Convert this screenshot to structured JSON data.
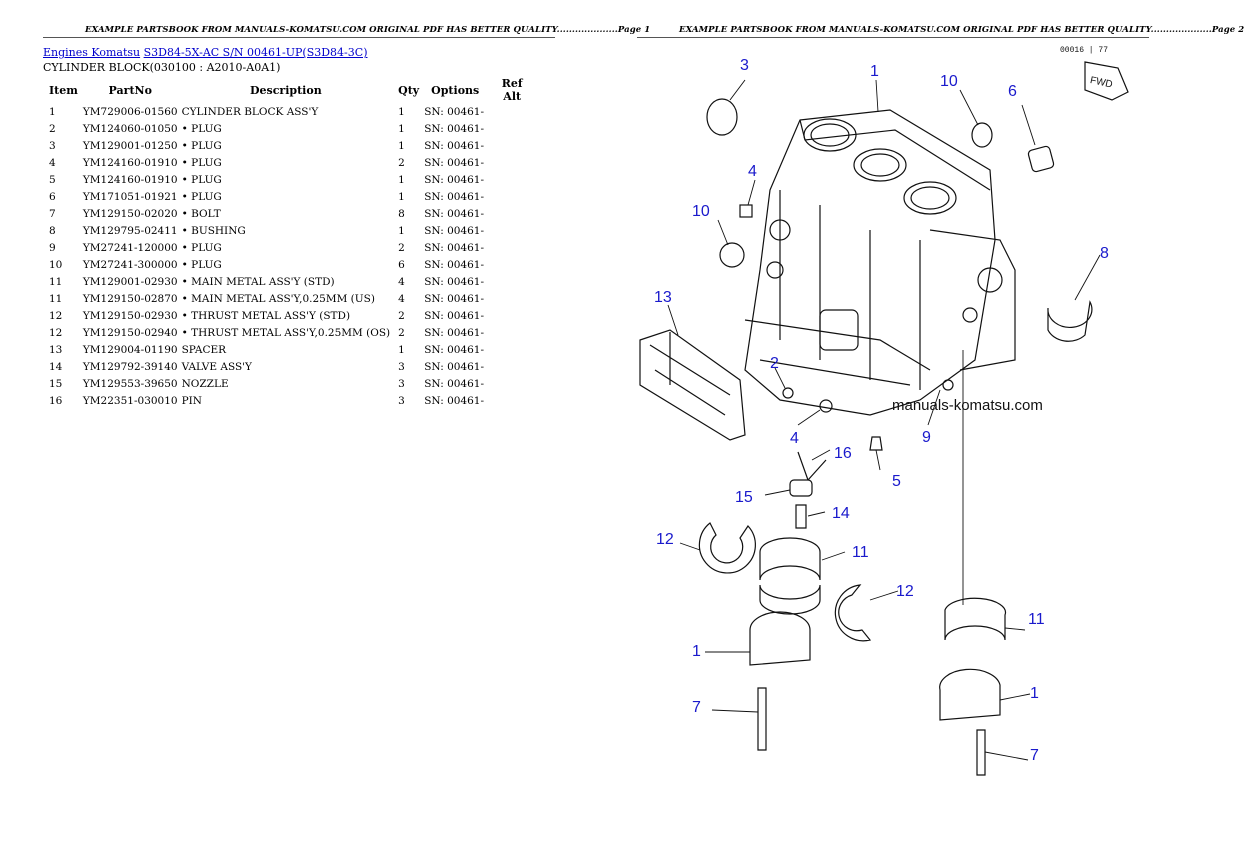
{
  "header": {
    "left": "EXAMPLE PARTSBOOK FROM MANUALS-KOMATSU.COM ORIGINAL PDF HAS BETTER QUALITY....................Page 1",
    "right": "EXAMPLE PARTSBOOK FROM MANUALS-KOMATSU.COM ORIGINAL PDF HAS BETTER QUALITY....................Page 2"
  },
  "breadcrumb": {
    "link1": "Engines Komatsu",
    "link2": "S3D84-5X-AC S/N 00461-UP(S3D84-3C)"
  },
  "subtitle": "CYLINDER BLOCK(030100 : A2010-A0A1)",
  "table": {
    "headers": {
      "item": "Item",
      "partno": "PartNo",
      "desc": "Description",
      "qty": "Qty",
      "options": "Options",
      "ref": "Ref Alt"
    },
    "rows": [
      {
        "item": "1",
        "pn": "YM729006-01560",
        "desc": "CYLINDER BLOCK ASS'Y",
        "qty": "1",
        "opt": "SN: 00461-"
      },
      {
        "item": "2",
        "pn": "YM124060-01050",
        "desc": "• PLUG",
        "qty": "1",
        "opt": "SN: 00461-"
      },
      {
        "item": "3",
        "pn": "YM129001-01250",
        "desc": "• PLUG",
        "qty": "1",
        "opt": "SN: 00461-"
      },
      {
        "item": "4",
        "pn": "YM124160-01910",
        "desc": "• PLUG",
        "qty": "2",
        "opt": "SN: 00461-"
      },
      {
        "item": "5",
        "pn": "YM124160-01910",
        "desc": "• PLUG",
        "qty": "1",
        "opt": "SN: 00461-"
      },
      {
        "item": "6",
        "pn": "YM171051-01921",
        "desc": "• PLUG",
        "qty": "1",
        "opt": "SN: 00461-"
      },
      {
        "item": "7",
        "pn": "YM129150-02020",
        "desc": "• BOLT",
        "qty": "8",
        "opt": "SN: 00461-"
      },
      {
        "item": "8",
        "pn": "YM129795-02411",
        "desc": "• BUSHING",
        "qty": "1",
        "opt": "SN: 00461-"
      },
      {
        "item": "9",
        "pn": "YM27241-120000",
        "desc": "• PLUG",
        "qty": "2",
        "opt": "SN: 00461-"
      },
      {
        "item": "10",
        "pn": "YM27241-300000",
        "desc": "• PLUG",
        "qty": "6",
        "opt": "SN: 00461-"
      },
      {
        "item": "11",
        "pn": "YM129001-02930",
        "desc": "• MAIN METAL ASS'Y (STD)",
        "qty": "4",
        "opt": "SN: 00461-"
      },
      {
        "item": "11",
        "pn": "YM129150-02870",
        "desc": "• MAIN METAL ASS'Y,0.25MM (US)",
        "qty": "4",
        "opt": "SN: 00461-"
      },
      {
        "item": "12",
        "pn": "YM129150-02930",
        "desc": "• THRUST METAL ASS'Y (STD)",
        "qty": "2",
        "opt": "SN: 00461-"
      },
      {
        "item": "12",
        "pn": "YM129150-02940",
        "desc": "• THRUST METAL ASS'Y,0.25MM (OS)",
        "qty": "2",
        "opt": "SN: 00461-"
      },
      {
        "item": "13",
        "pn": "YM129004-01190",
        "desc": "SPACER",
        "qty": "1",
        "opt": "SN: 00461-"
      },
      {
        "item": "14",
        "pn": "YM129792-39140",
        "desc": "VALVE ASS'Y",
        "qty": "3",
        "opt": "SN: 00461-"
      },
      {
        "item": "15",
        "pn": "YM129553-39650",
        "desc": "NOZZLE",
        "qty": "3",
        "opt": "SN: 00461-"
      },
      {
        "item": "16",
        "pn": "YM22351-030010",
        "desc": "PIN",
        "qty": "3",
        "opt": "SN: 00461-"
      }
    ]
  },
  "figure": {
    "code": "00016 | 77",
    "fwd": "FWD",
    "watermark": "manuals-komatsu.com",
    "callouts": [
      "3",
      "1",
      "10",
      "6",
      "4",
      "10",
      "8",
      "13",
      "2",
      "4",
      "9",
      "16",
      "5",
      "15",
      "14",
      "12",
      "11",
      "12",
      "11",
      "1",
      "1",
      "7",
      "7"
    ]
  }
}
